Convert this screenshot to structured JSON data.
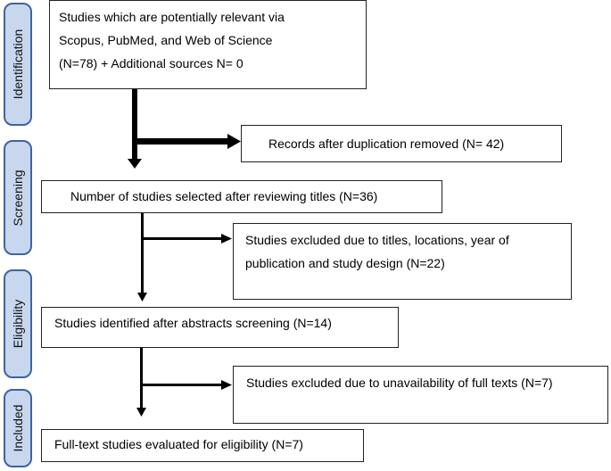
{
  "phases": {
    "identification": "Identification",
    "screening": "Screening",
    "eligibility": "Eligibility",
    "included": "Included"
  },
  "boxes": {
    "identified": {
      "line1": "Studies which are potentially relevant via",
      "line2": "Scopus, PubMed, and Web of Science",
      "line3": "(N=78) + Additional sources N= 0"
    },
    "duplicates_removed": "Records after duplication removed (N= 42)",
    "screened": "Number of studies selected after reviewing titles (N=36)",
    "excluded_titles": {
      "line1": "Studies excluded due to titles, locations, year of",
      "line2": "publication and study design (N=22)"
    },
    "abstracts": "Studies identified after abstracts screening (N=14)",
    "excluded_fulltext": "Studies excluded due to unavailability of full texts (N=7)",
    "included": "Full-text studies evaluated for eligibility (N=7)"
  },
  "colors": {
    "phase_fill": "#c7d7ee",
    "phase_border": "#3f63a2",
    "arrow": "#000000"
  }
}
